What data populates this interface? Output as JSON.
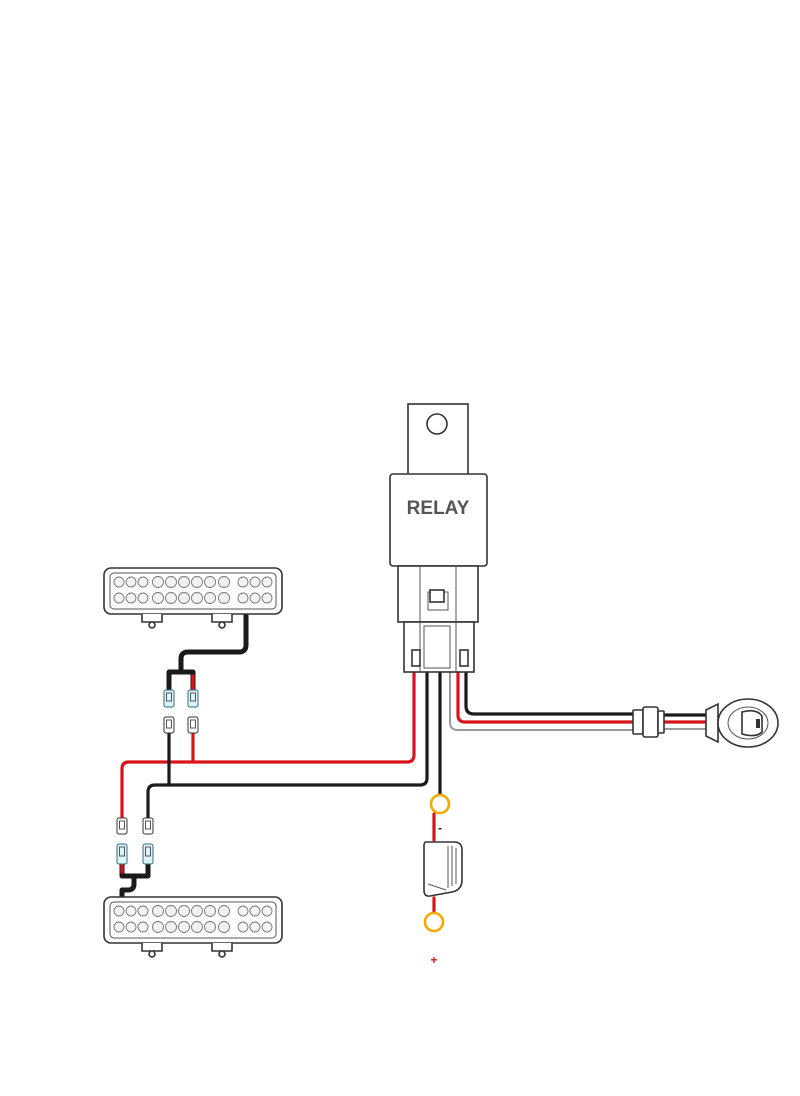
{
  "relay": {
    "label": "RELAY"
  },
  "terminals": {
    "negative": "-",
    "positive": "+"
  },
  "colors": {
    "red_wire": "#d7141b",
    "black_wire": "#1a1a1a",
    "ring_terminal": "#f2a900",
    "connector": "#dff3fb"
  },
  "components": {
    "light_bar_top": "light-bar",
    "light_bar_bottom": "light-bar",
    "switch": "rocker-switch",
    "fuse": "inline-fuse-holder"
  }
}
